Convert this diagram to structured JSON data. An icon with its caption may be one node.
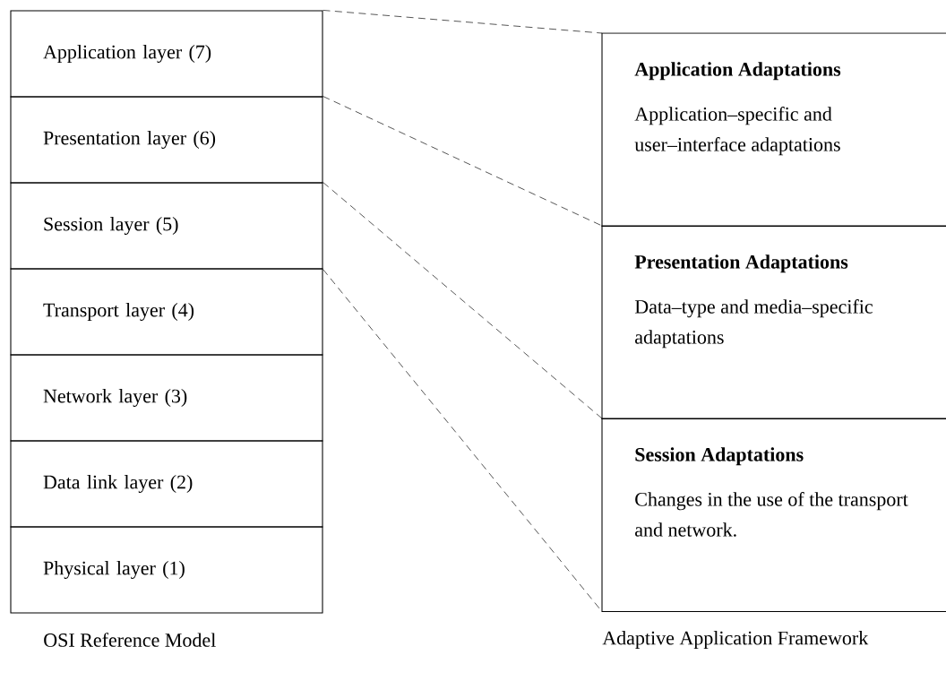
{
  "diagram": {
    "nodes": [
      {
        "text": [
          "Application layer (7)"
        ]
      },
      {
        "text": [
          "Presentation layer (6)"
        ]
      },
      {
        "text": [
          "Session layer (5)"
        ]
      },
      {
        "text": [
          "Transport layer (4)"
        ]
      },
      {
        "text": [
          "Network layer (3)"
        ]
      },
      {
        "text": [
          "Data link layer (2)"
        ]
      },
      {
        "text": [
          "Physical layer (1)"
        ]
      },
      {
        "text": [
          "Application Adaptations",
          "Application–specific and user–interface adaptations"
        ]
      },
      {
        "text": [
          "Presentation Adaptations",
          "Data–type and media–specific adaptations"
        ]
      },
      {
        "text": [
          "Session Adaptations",
          "Changes in the use of the transport and network."
        ]
      }
    ],
    "edges": [
      {
        "from": 0,
        "to": 7,
        "arrow": "none",
        "style": "dashed"
      },
      {
        "from": 1,
        "to": 8,
        "arrow": "none",
        "style": "dashed"
      },
      {
        "from": 2,
        "to": 9,
        "arrow": "none",
        "style": "dashed"
      },
      {
        "from": 2,
        "to": 9,
        "arrow": "none",
        "style": "dashed"
      }
    ],
    "labels": [
      "OSI Reference Model",
      "Adaptive Application Framework"
    ]
  }
}
